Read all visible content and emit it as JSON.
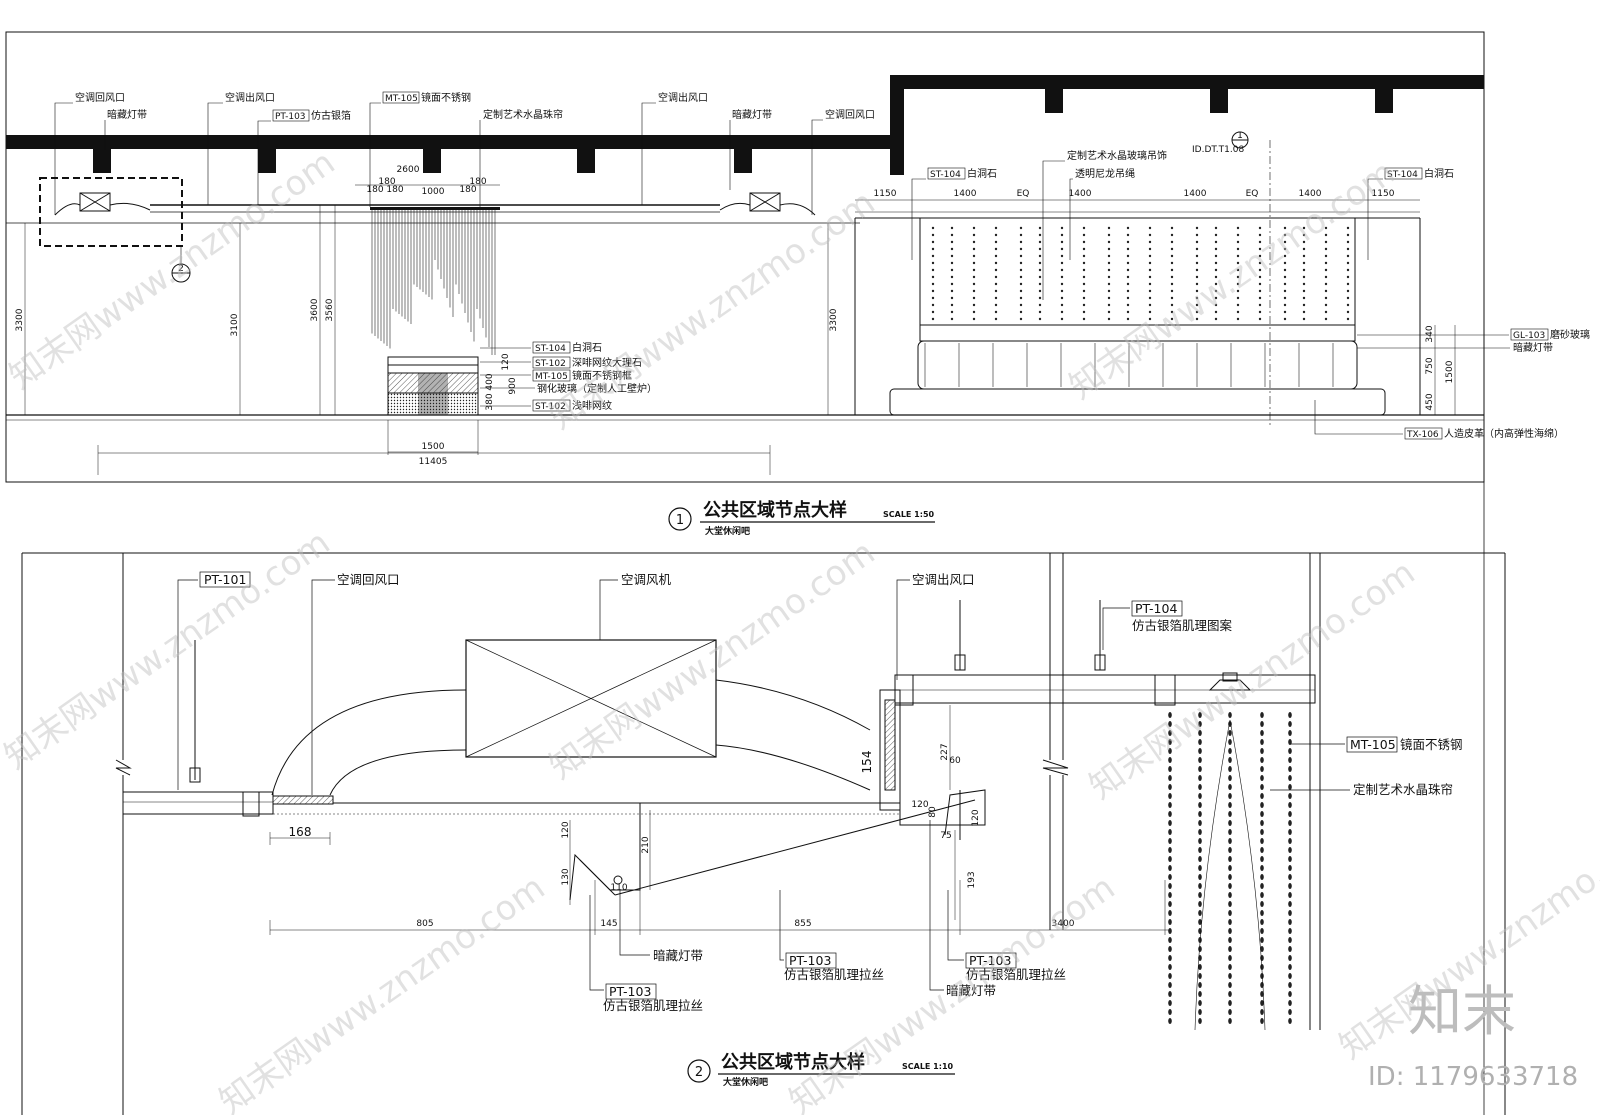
{
  "detail1": {
    "labels": {
      "ac_return_left": "空调回风口",
      "hidden_light_left": "暗藏灯带",
      "ac_outlet_left": "空调出风口",
      "pt103": "PT-103",
      "pt103_text": "仿古银箔",
      "mt105": "MT-105",
      "mt105_text": "镜面不锈钢",
      "crystal_curtain": "定制艺术水晶珠帘",
      "ac_outlet_right": "空调出风口",
      "hidden_light_right": "暗藏灯带",
      "ac_return_right": "空调回风口",
      "crystal_deco": "定制艺术水晶玻璃吊饰",
      "nylon_rope": "透明尼龙吊绳",
      "ref_code": "ID.DT.T1.08",
      "st104_l": "ST-104",
      "st104_l_text": "白洞石",
      "st104_r": "ST-104",
      "st104_r_text": "白洞石",
      "st104_c": "ST-104",
      "st104_c_text": "白洞石",
      "st102_a": "ST-102",
      "st102_a_text": "深啡网纹大理石",
      "mt105_b": "MT-105",
      "mt105_b_text": "镜面不锈钢框",
      "glass": "钢化玻璃（定制人工壁炉）",
      "st102_b": "ST-102",
      "st102_b_text": "浅啡网纹",
      "gl103": "GL-103",
      "gl103_text": "磨砂玻璃",
      "hidden_light_r2": "暗藏灯带",
      "tx106": "TX-106",
      "tx106_text": "人造皮革（内高弹性海绵）"
    },
    "dims": {
      "d2600": "2600",
      "d180a": "180",
      "d180b": "180",
      "d180c": "180",
      "d180d": "180",
      "d180e": "180",
      "d1000": "1000",
      "d3300l": "3300",
      "d3100": "3100",
      "d3600": "3600",
      "d3560": "3560",
      "d3300r": "3300",
      "d1150l": "1150",
      "d1400a": "1400",
      "eqa": "EQ",
      "d1400b": "1400",
      "d1400c": "1400",
      "eqb": "EQ",
      "d1400d": "1400",
      "d1150r": "1150",
      "d120": "120",
      "d400": "400",
      "d900": "900",
      "d380": "380",
      "d1500": "1500",
      "d11405": "11405",
      "d340": "340",
      "d750": "750",
      "d450": "450",
      "d1500r": "1500"
    },
    "callout_num": "1",
    "section_marker": "2",
    "title_num": "1",
    "title": "公共区域节点大样",
    "scale": "SCALE 1:50",
    "subtitle": "大堂休闲吧"
  },
  "detail2": {
    "labels": {
      "pt101": "PT-101",
      "ac_return": "空调回风口",
      "ac_fan": "空调风机",
      "ac_outlet": "空调出风口",
      "pt104": "PT-104",
      "pt104_text": "仿古银箔肌理图案",
      "mt105": "MT-105",
      "mt105_text": "镜面不锈钢",
      "crystal": "定制艺术水晶珠帘",
      "hidden_light_a": "暗藏灯带",
      "pt103_a": "PT-103",
      "pt103_a_text": "仿古银箔肌理拉丝",
      "pt103_b": "PT-103",
      "pt103_b_text": "仿古银箔肌理拉丝",
      "pt103_c": "PT-103",
      "pt103_c_text": "仿古银箔肌理拉丝",
      "hidden_light_b": "暗藏灯带"
    },
    "dims": {
      "d168": "168",
      "d154": "154",
      "d227": "227",
      "d60": "60",
      "d120a": "120",
      "d120b": "120",
      "d80": "80",
      "d75": "75",
      "d120c": "120",
      "d130": "130",
      "d210": "210",
      "d110": "110",
      "d193": "193",
      "d805": "805",
      "d145": "145",
      "d855": "855",
      "d3400": "3400"
    },
    "title_num": "2",
    "title": "公共区域节点大样",
    "scale": "SCALE 1:10",
    "subtitle": "大堂休闲吧"
  },
  "branding": {
    "logo": "知末",
    "id": "ID: 1179633718",
    "watermark": "知末网www.znzmo.com"
  }
}
